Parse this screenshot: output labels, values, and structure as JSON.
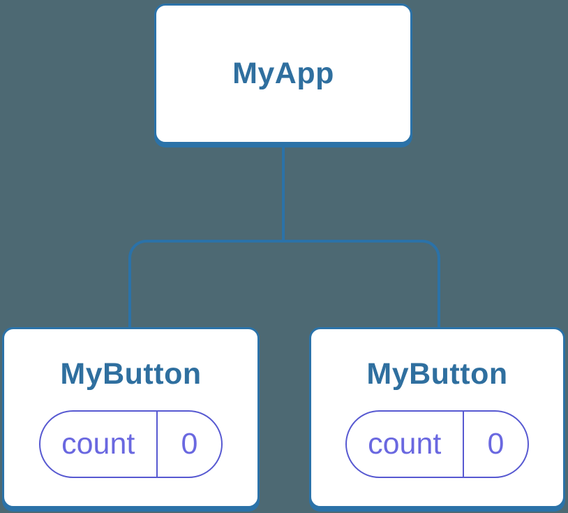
{
  "colors": {
    "background": "#4d6973",
    "node_stroke": "#2b72a8",
    "node_fill": "#ffffff",
    "label_text": "#2f6f9f",
    "state_stroke": "#5759d1",
    "state_text": "#6a68e0"
  },
  "tree": {
    "root": {
      "label": "MyApp"
    },
    "children": [
      {
        "label": "MyButton",
        "state": {
          "name": "count",
          "value": "0"
        }
      },
      {
        "label": "MyButton",
        "state": {
          "name": "count",
          "value": "0"
        }
      }
    ]
  }
}
